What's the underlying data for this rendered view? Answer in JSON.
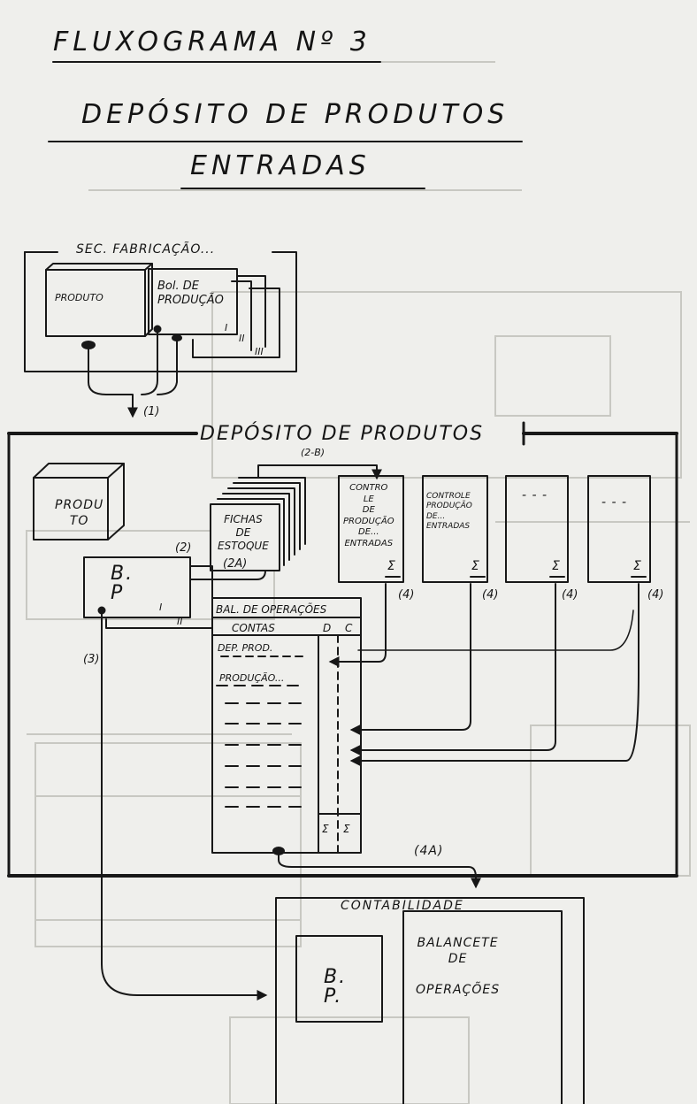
{
  "header": {
    "title_line1": "FLUXOGRAMA Nº 3",
    "title_line2": "DEPÓSITO DE PRODUTOS",
    "title_line3": "ENTRADAS"
  },
  "fabrication": {
    "label": "SEC. FABRICAÇÃO...",
    "product": "PRODUTO",
    "bulletin": "Bol. DE\nPRODUÇÃO",
    "copy_i": "I",
    "copy_ii": "II",
    "copy_iii": "III"
  },
  "depot": {
    "label": "DEPÓSITO DE PRODUTOS",
    "product": "PRODU\nTO",
    "stock_cards": "FICHAS\nDE\nESTOQUE",
    "bp": "B.\nP",
    "bp_copy_i": "I",
    "bp_copy_ii": "II",
    "control1": "CONTRO\nLE\nDE\nPRODUÇÃO\nDE...\nENTRADAS",
    "control2": "CONTROLE\nPRODUÇÃO\nDE...\nENTRADAS",
    "control3": "- - -",
    "control4": "- - -",
    "sigma": "Σ",
    "balance_title": "BAL. DE OPERAÇÕES",
    "balance_accounts": "CONTAS",
    "balance_d": "D",
    "balance_c": "C",
    "balance_row1": "DEP. PROD.",
    "balance_row2": "PRODUÇÃO..."
  },
  "accounting": {
    "label": "CONTABILIDADE",
    "bp": "B.\nP.",
    "balance": "BALANCETE\nDE\n\nOPERAÇÕES"
  },
  "steps": {
    "s1": "(1)",
    "s2": "(2)",
    "s2a": "(2A)",
    "s2b": "(2-B)",
    "s3": "(3)",
    "s4a": "(4)",
    "s4b": "(4)",
    "s4c": "(4)",
    "s4d": "(4)",
    "s4_a": "(4A)"
  }
}
